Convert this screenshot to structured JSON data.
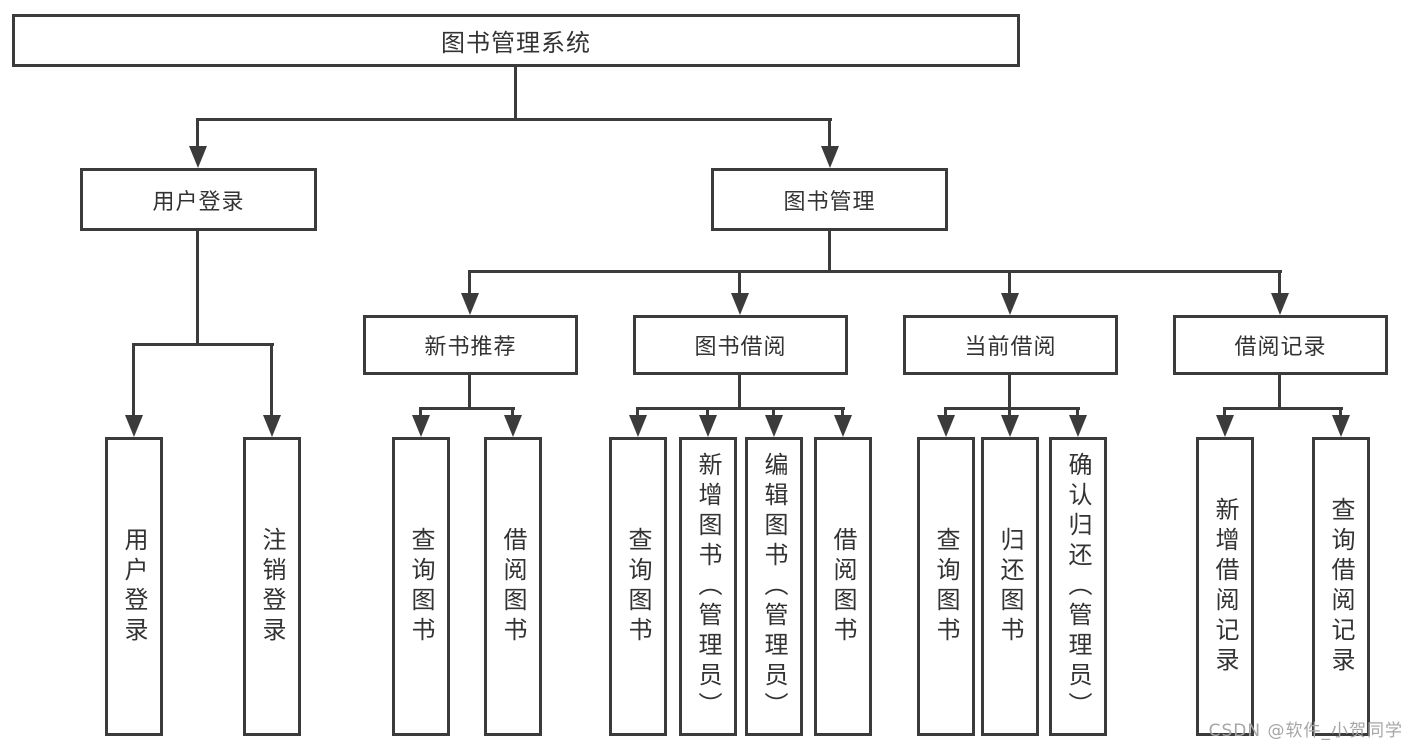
{
  "tree": {
    "label": "图书管理系统",
    "children": [
      {
        "label": "用户登录",
        "children": [
          {
            "label": "用户登录"
          },
          {
            "label": "注销登录"
          }
        ]
      },
      {
        "label": "图书管理",
        "children": [
          {
            "label": "新书推荐",
            "children": [
              {
                "label": "查询图书"
              },
              {
                "label": "借阅图书"
              }
            ]
          },
          {
            "label": "图书借阅",
            "children": [
              {
                "label": "查询图书"
              },
              {
                "label": "新增图书（管理员）"
              },
              {
                "label": "编辑图书（管理员）"
              },
              {
                "label": "借阅图书"
              }
            ]
          },
          {
            "label": "当前借阅",
            "children": [
              {
                "label": "查询图书"
              },
              {
                "label": "归还图书"
              },
              {
                "label": "确认归还（管理员）"
              }
            ]
          },
          {
            "label": "借阅记录",
            "children": [
              {
                "label": "新增借阅记录"
              },
              {
                "label": "查询借阅记录"
              }
            ]
          }
        ]
      }
    ]
  },
  "watermark": {
    "text": "CSDN @软件_小贺同学"
  },
  "colors": {
    "line": "#3b3b3b",
    "text": "#333333",
    "watermark": "#a6a6a6",
    "background": "#ffffff"
  }
}
